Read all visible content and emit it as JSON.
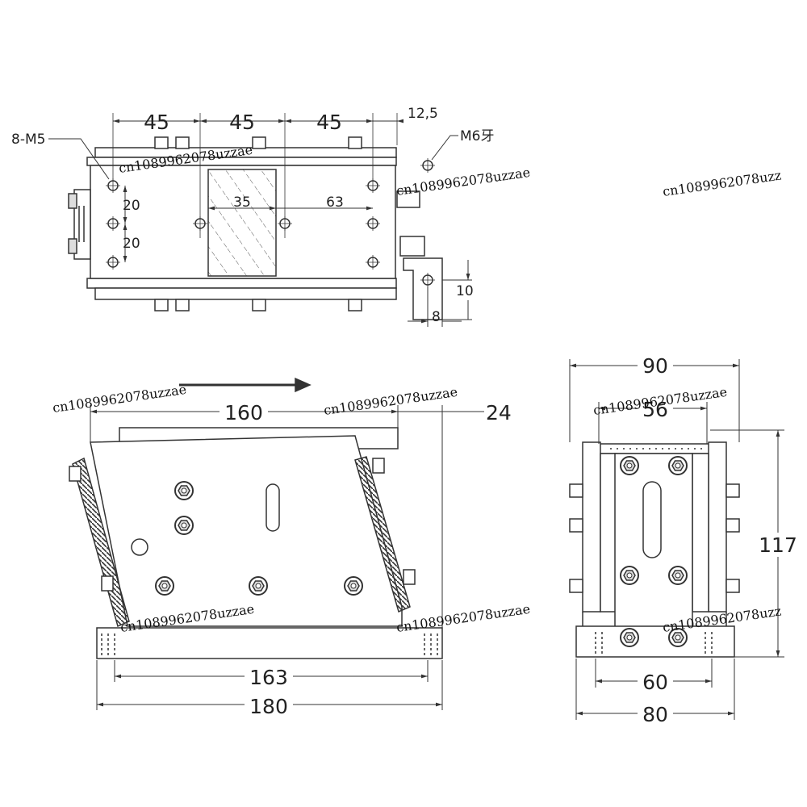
{
  "top_view": {
    "pitch_1": "45",
    "pitch_2": "45",
    "pitch_3": "45",
    "edge_offset": "12,5",
    "hole_callout": "8-M5",
    "mount_callout": "M6牙",
    "row_1": "20",
    "row_2": "20",
    "slot_width": "35",
    "slot_offset": "63",
    "bracket_height": "10",
    "bracket_width": "8"
  },
  "front_view": {
    "top_length": "160",
    "overhang": "24",
    "base_hole_pitch": "163",
    "base_length": "180"
  },
  "side_view": {
    "overall_width": "90",
    "plate_width": "56",
    "height": "117",
    "mount_pitch": "60",
    "base_width": "80"
  },
  "watermark": {
    "text": "cn1089962078uzzae",
    "text_cut": "cn1089962078uzz"
  }
}
